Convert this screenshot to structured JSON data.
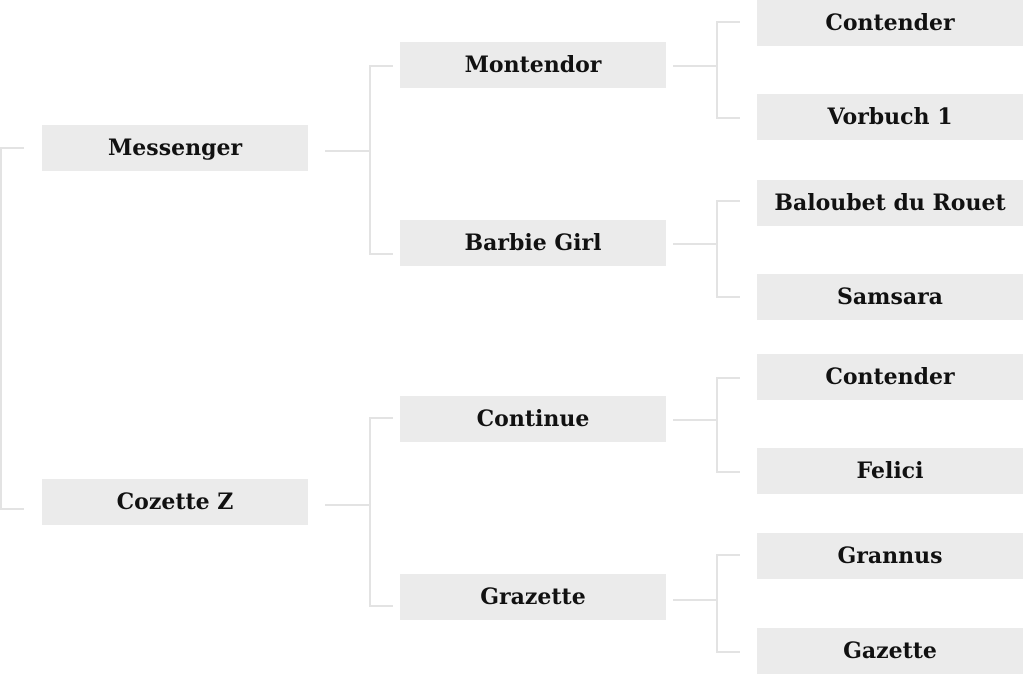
{
  "pedigree": {
    "gen1": [
      "Messenger",
      "Cozette Z"
    ],
    "gen2": [
      "Montendor",
      "Barbie Girl",
      "Continue",
      "Grazette"
    ],
    "gen3": [
      "Contender",
      "Vorbuch 1",
      "Baloubet du Rouet",
      "Samsara",
      "Contender",
      "Felici",
      "Grannus",
      "Gazette"
    ]
  }
}
